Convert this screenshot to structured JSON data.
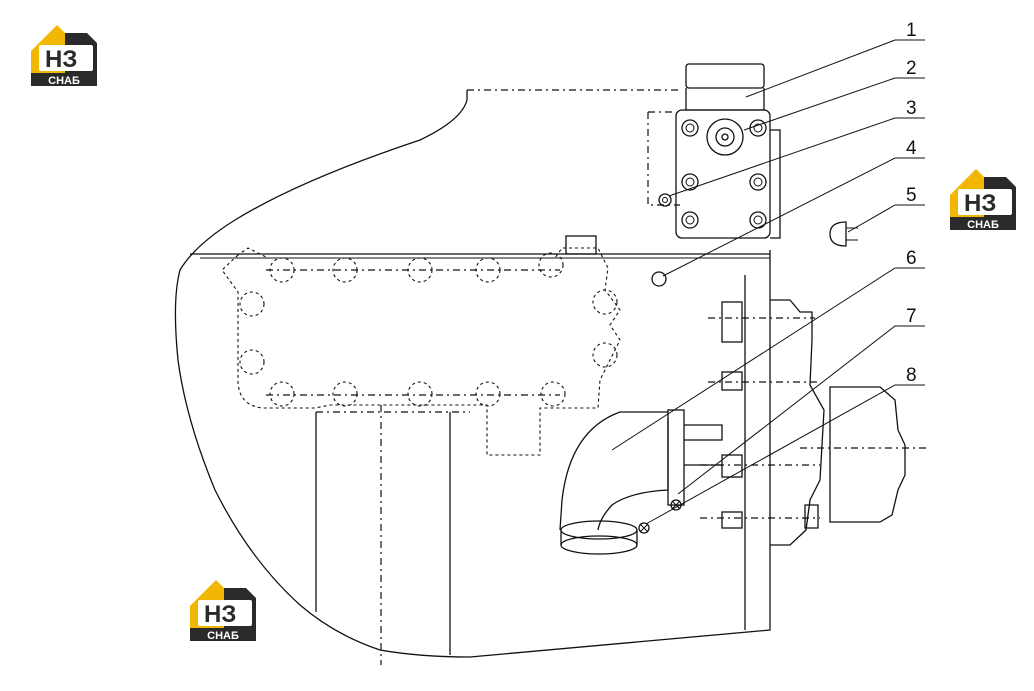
{
  "logo": {
    "mark": "НЗ",
    "sub": "СНАБ",
    "colors": {
      "yellow": "#f2b705",
      "dark": "#2a2a2a",
      "white": "#ffffff"
    }
  },
  "callouts": [
    "1",
    "2",
    "3",
    "4",
    "5",
    "6",
    "7",
    "8"
  ],
  "colors": {
    "line": "#111111",
    "background": "#ffffff"
  }
}
